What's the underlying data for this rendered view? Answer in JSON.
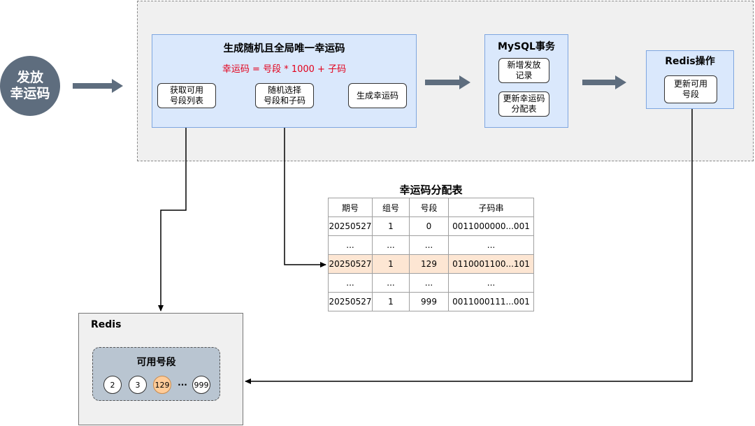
{
  "issue": {
    "line1": "发放",
    "line2": "幸运码"
  },
  "generate": {
    "title": "生成随机且全局唯一幸运码",
    "formula": "幸运码 = 号段 * 1000 + 子码",
    "step1_line1": "获取可用",
    "step1_line2": "号段列表",
    "step2_line1": "随机选择",
    "step2_line2": "号段和子码",
    "step3": "生成幸运码"
  },
  "mysql": {
    "title": "MySQL事务",
    "new_line1": "新增发放",
    "new_line2": "记录",
    "update_line1": "更新幸运码",
    "update_line2": "分配表"
  },
  "redis_op": {
    "title": "Redis操作",
    "update_line1": "更新可用",
    "update_line2": "号段"
  },
  "table": {
    "title": "幸运码分配表",
    "headers": [
      "期号",
      "组号",
      "号段",
      "子码串"
    ],
    "rows": [
      [
        "20250527",
        "1",
        "0",
        "0011000000...001"
      ],
      [
        "...",
        "...",
        "...",
        "..."
      ],
      [
        "20250527",
        "1",
        "129",
        "0110001100...101"
      ],
      [
        "...",
        "...",
        "...",
        "..."
      ],
      [
        "20250527",
        "1",
        "999",
        "0011000111...001"
      ]
    ]
  },
  "redis": {
    "title": "Redis",
    "pool_title": "可用号段",
    "slots": [
      "2",
      "3",
      "129",
      "999"
    ],
    "ellipsis": "···"
  },
  "colors": {
    "panel": "#dae8fc",
    "highlight": "#fde6d3",
    "slot_highlight": "#ffcc99",
    "arrow": "#5e6d7e",
    "formula": "#e3001b"
  }
}
